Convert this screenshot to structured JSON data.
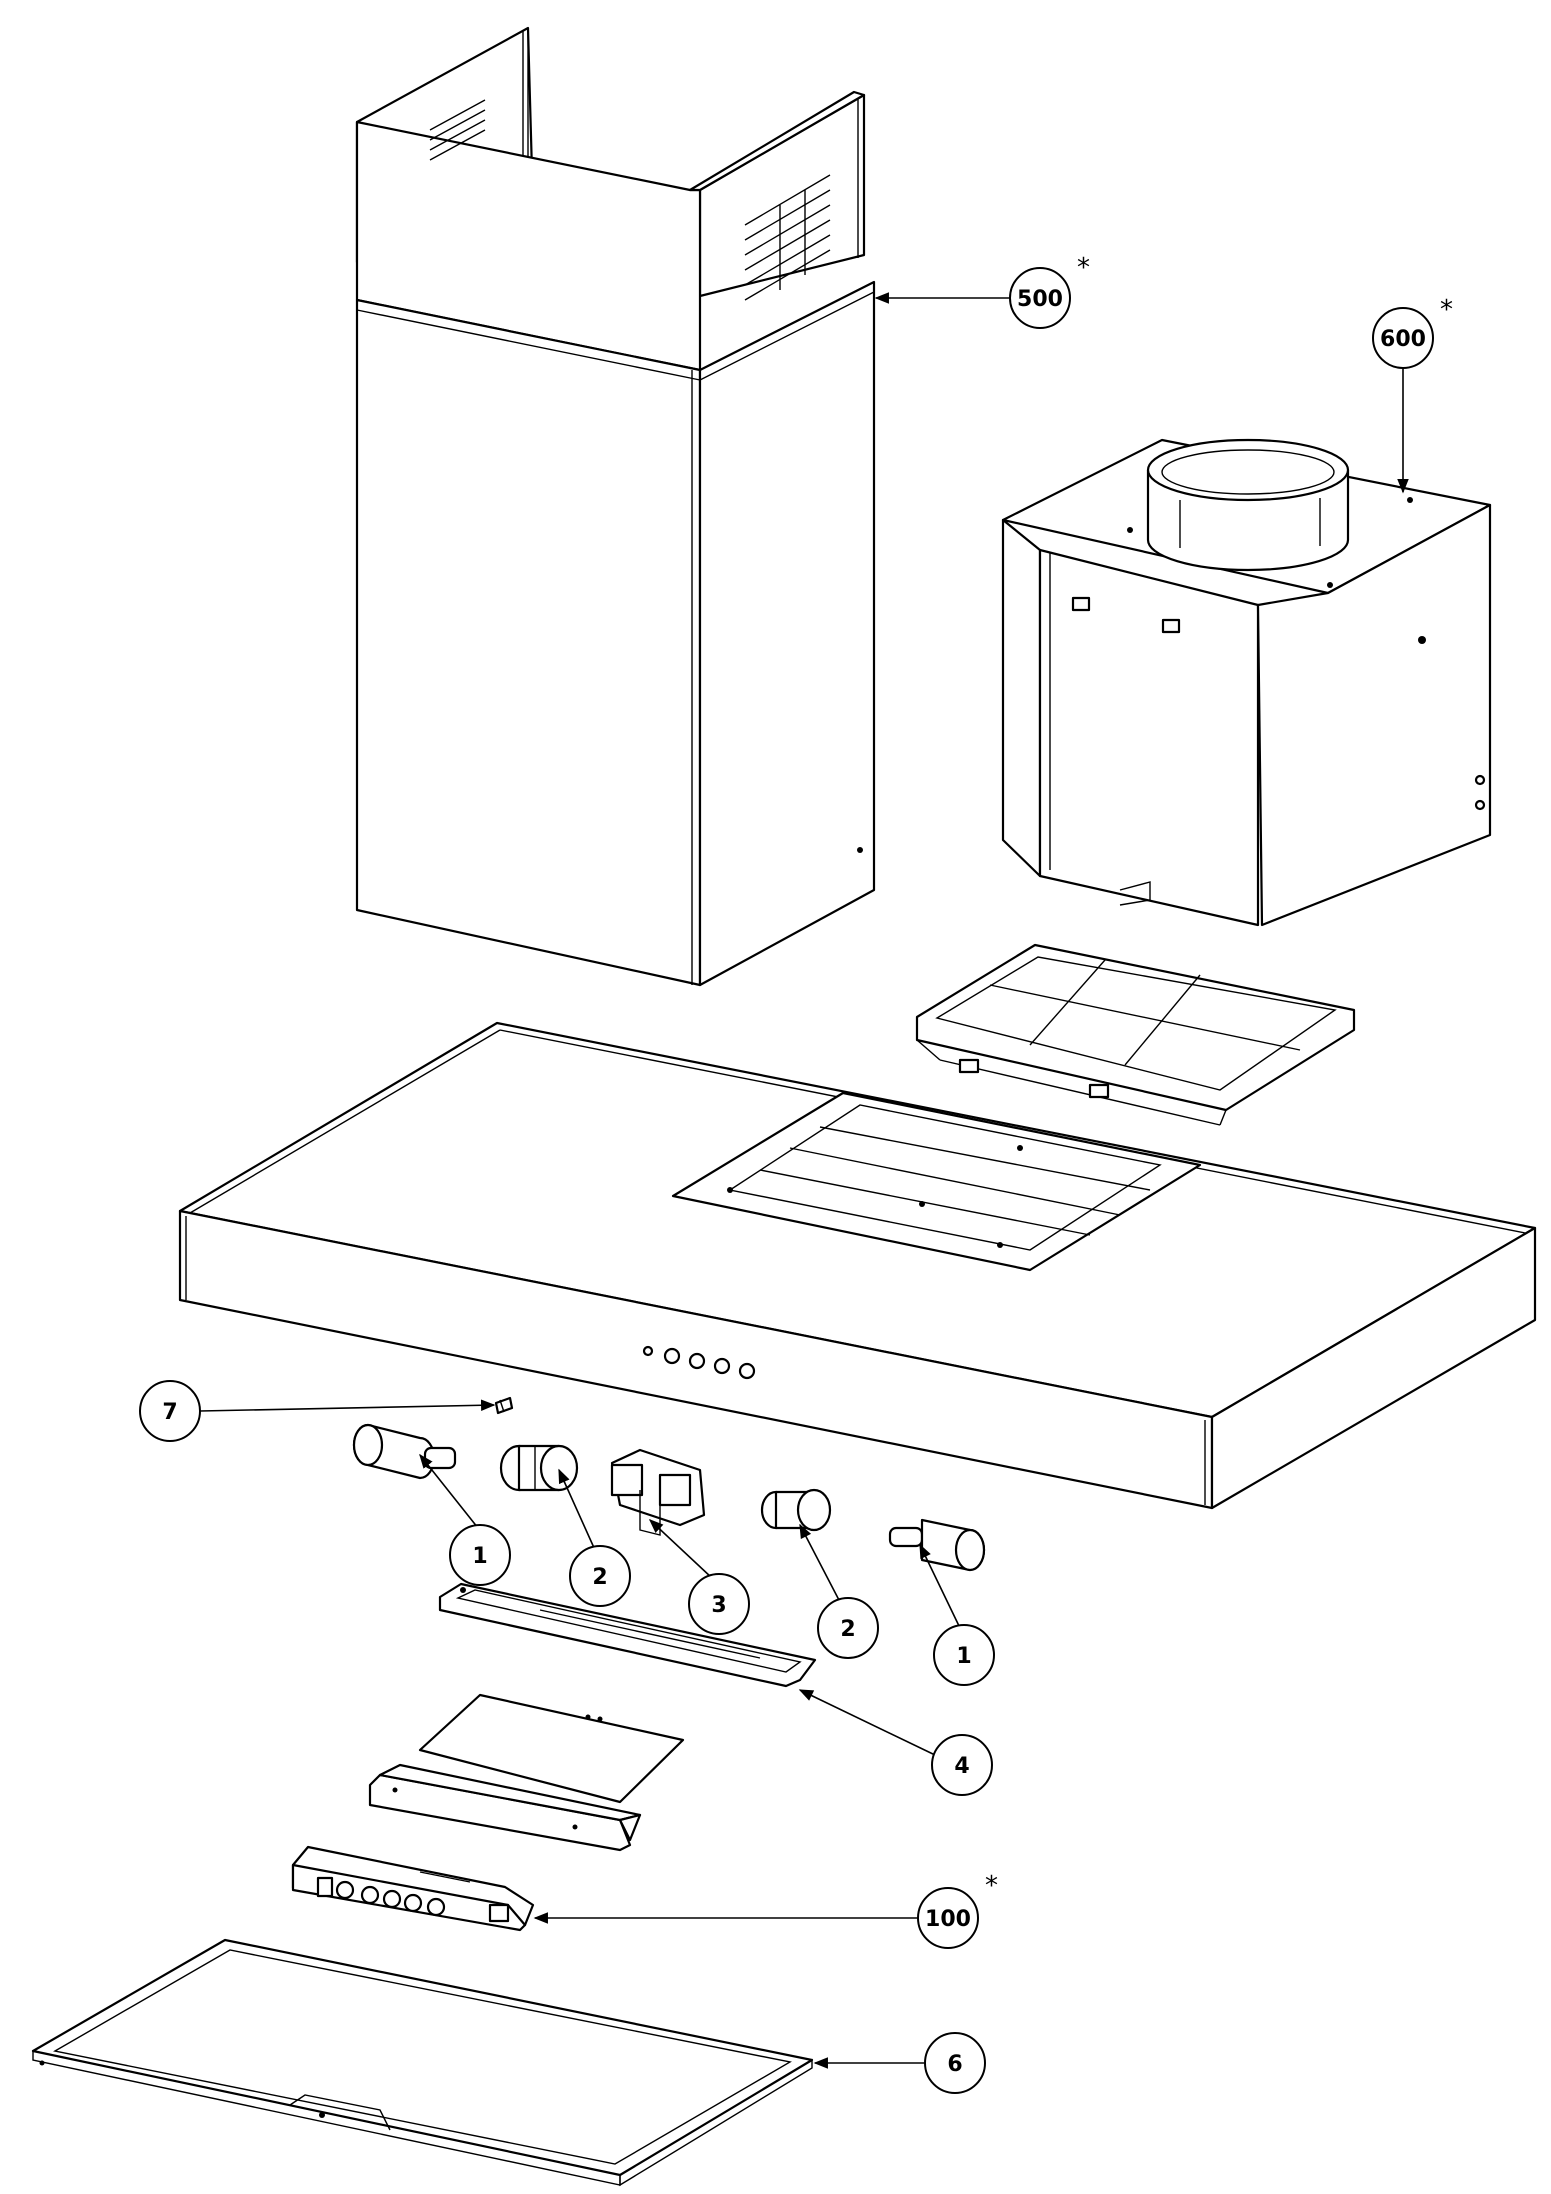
{
  "callouts": [
    {
      "id": "c500",
      "label": "500",
      "star": "*"
    },
    {
      "id": "c600",
      "label": "600",
      "star": "*"
    },
    {
      "id": "c7",
      "label": "7",
      "star": ""
    },
    {
      "id": "c1a",
      "label": "1",
      "star": ""
    },
    {
      "id": "c2a",
      "label": "2",
      "star": ""
    },
    {
      "id": "c3",
      "label": "3",
      "star": ""
    },
    {
      "id": "c2b",
      "label": "2",
      "star": ""
    },
    {
      "id": "c1b",
      "label": "1",
      "star": ""
    },
    {
      "id": "c4",
      "label": "4",
      "star": ""
    },
    {
      "id": "c100",
      "label": "100",
      "star": "*"
    },
    {
      "id": "c6",
      "label": "6",
      "star": ""
    }
  ],
  "colors": {
    "line": "#000000",
    "background": "#ffffff"
  }
}
